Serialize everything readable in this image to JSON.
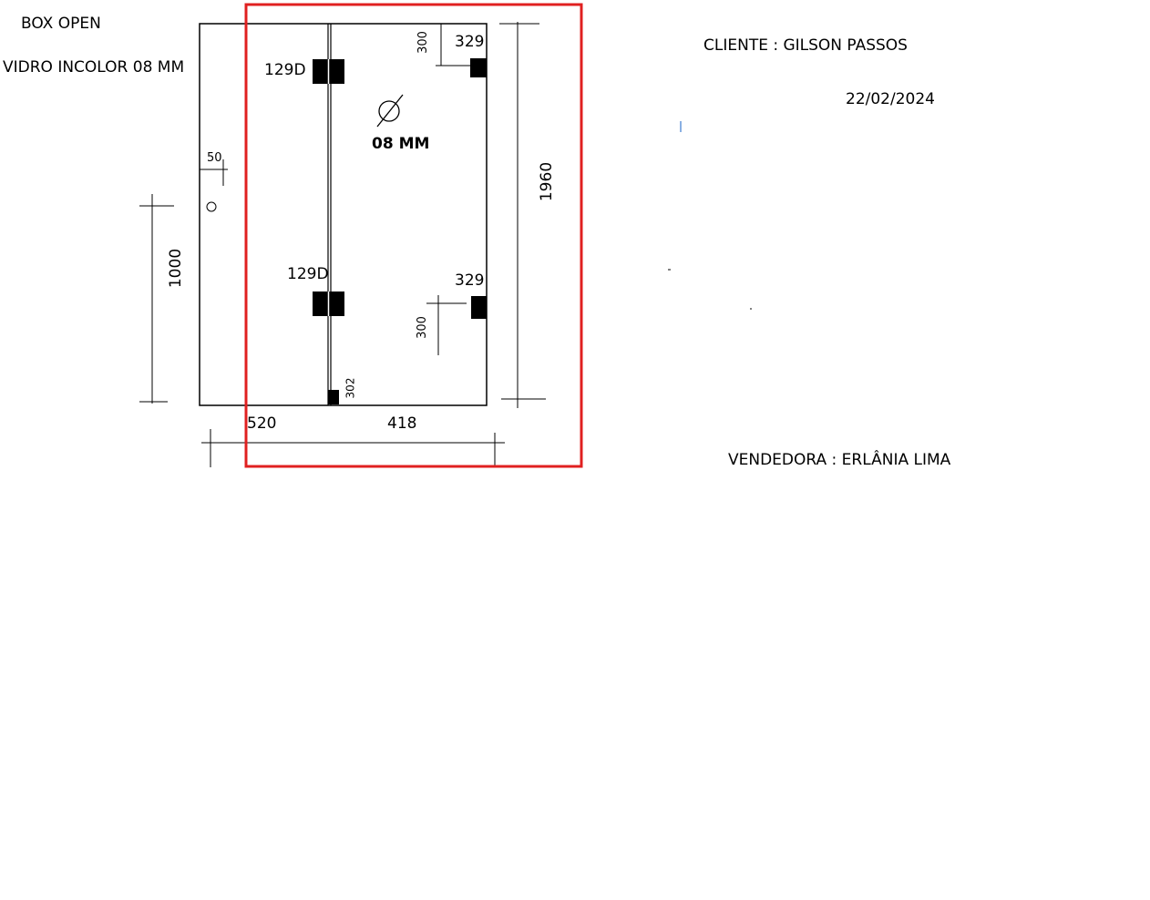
{
  "header": {
    "product": "BOX OPEN",
    "glass": "VIDRO INCOLOR 08 MM",
    "client": "CLIENTE : GILSON PASSOS",
    "date": "22/02/2024",
    "seller": "VENDEDORA : ERLÂNIA LIMA"
  },
  "drawing": {
    "hinge_top_label": "129D",
    "hinge_bottom_label": "129D",
    "fitting_top_label": "329",
    "fitting_bottom_label": "329",
    "fitting_top_dim": "300",
    "fitting_bottom_dim": "300",
    "bottom_fitting_label": "302",
    "hole_offset": "50",
    "thickness_label": "08 MM",
    "height_total": "1960",
    "handle_height": "1000",
    "width_fixed": "520",
    "width_door": "418"
  },
  "colors": {
    "lines": "#000000",
    "highlight": "#e02020",
    "background": "#ffffff"
  }
}
